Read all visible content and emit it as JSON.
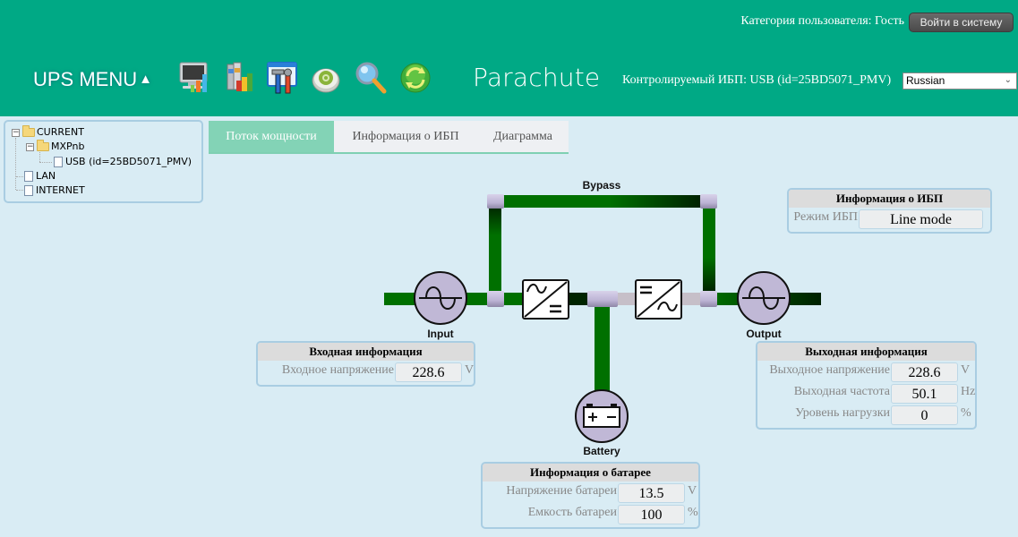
{
  "header": {
    "user_category": "Категория пользователя: Гость",
    "login_button": "Войти в систему",
    "ups_menu": "UPS MENU",
    "ups_menu_arrow": "▲",
    "brand": "Parachute",
    "monitored_ups": "Контролируемый ИБП: USB (id=25BD5071_PMV)",
    "language": "Russian",
    "toolbar_icons": [
      "monitor-chart-icon",
      "books-chart-icon",
      "tools-window-icon",
      "gear-button-icon",
      "magnifier-icon",
      "refresh-icon"
    ]
  },
  "tree": {
    "items": [
      {
        "label": "CURRENT",
        "type": "folder"
      },
      {
        "label": "MXPnb",
        "type": "folder"
      },
      {
        "label": "USB (id=25BD5071_PMV)",
        "type": "file"
      },
      {
        "label": "LAN",
        "type": "file"
      },
      {
        "label": "INTERNET",
        "type": "file"
      }
    ]
  },
  "tabs": [
    {
      "label": "Поток мощности",
      "active": true
    },
    {
      "label": "Информация о ИБП",
      "active": false
    },
    {
      "label": "Диаграмма",
      "active": false
    }
  ],
  "diagram": {
    "bypass_label": "Bypass",
    "input_label": "Input",
    "output_label": "Output",
    "battery_label": "Battery",
    "colors": {
      "active_line": "#007000",
      "inactive_line": "#c6bfc8",
      "node": "#c0b8d6"
    }
  },
  "ups_info": {
    "title": "Информация о ИБП",
    "mode_label": "Режим ИБП",
    "mode_value": "Line mode"
  },
  "input_info": {
    "title": "Входная информация",
    "rows": [
      {
        "label": "Входное напряжение",
        "value": "228.6",
        "unit": "V"
      }
    ]
  },
  "output_info": {
    "title": "Выходная информация",
    "rows": [
      {
        "label": "Выходное напряжение",
        "value": "228.6",
        "unit": "V"
      },
      {
        "label": "Выходная частота",
        "value": "50.1",
        "unit": "Hz"
      },
      {
        "label": "Уровень нагрузки",
        "value": "0",
        "unit": "%"
      }
    ]
  },
  "battery_info": {
    "title": "Информация о батарее",
    "rows": [
      {
        "label": "Напряжение батареи",
        "value": "13.5",
        "unit": "V"
      },
      {
        "label": "Емкость батареи",
        "value": "100",
        "unit": "%"
      }
    ]
  }
}
